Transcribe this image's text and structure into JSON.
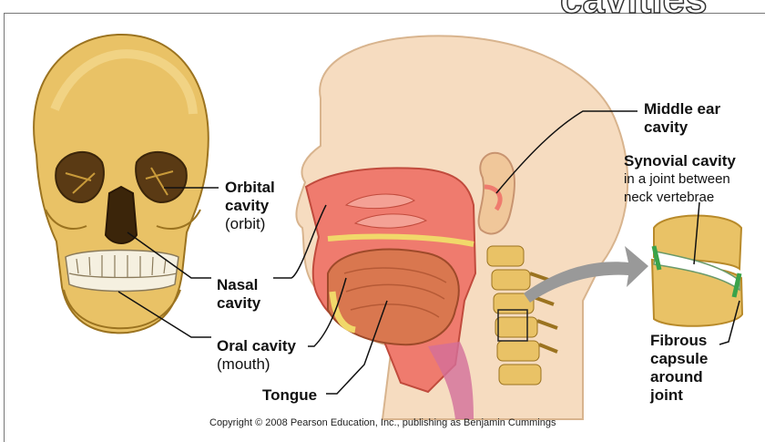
{
  "header_fragment": "cavities",
  "labels": {
    "orbital_line1": "Orbital",
    "orbital_line2": "cavity",
    "orbital_sub": "(orbit)",
    "nasal_line1": "Nasal",
    "nasal_line2": "cavity",
    "oral_line1": "Oral cavity",
    "oral_sub": "(mouth)",
    "tongue": "Tongue",
    "middle_ear_line1": "Middle ear",
    "middle_ear_line2": "cavity",
    "synovial_title": "Synovial cavity",
    "synovial_sub1": "in a joint between",
    "synovial_sub2": "neck vertebrae",
    "fibrous_line1": "Fibrous",
    "fibrous_line2": "capsule",
    "fibrous_line3": "around",
    "fibrous_line4": "joint"
  },
  "copyright": "Copyright © 2008 Pearson Education, Inc., publishing as Benjamin Cummings",
  "colors": {
    "bone": "#e9c266",
    "bone_dark": "#b88a2a",
    "skin": "#f6dcc0",
    "mucosa": "#ef7b6e",
    "muscle": "#d9774f",
    "arrow": "#999999"
  }
}
